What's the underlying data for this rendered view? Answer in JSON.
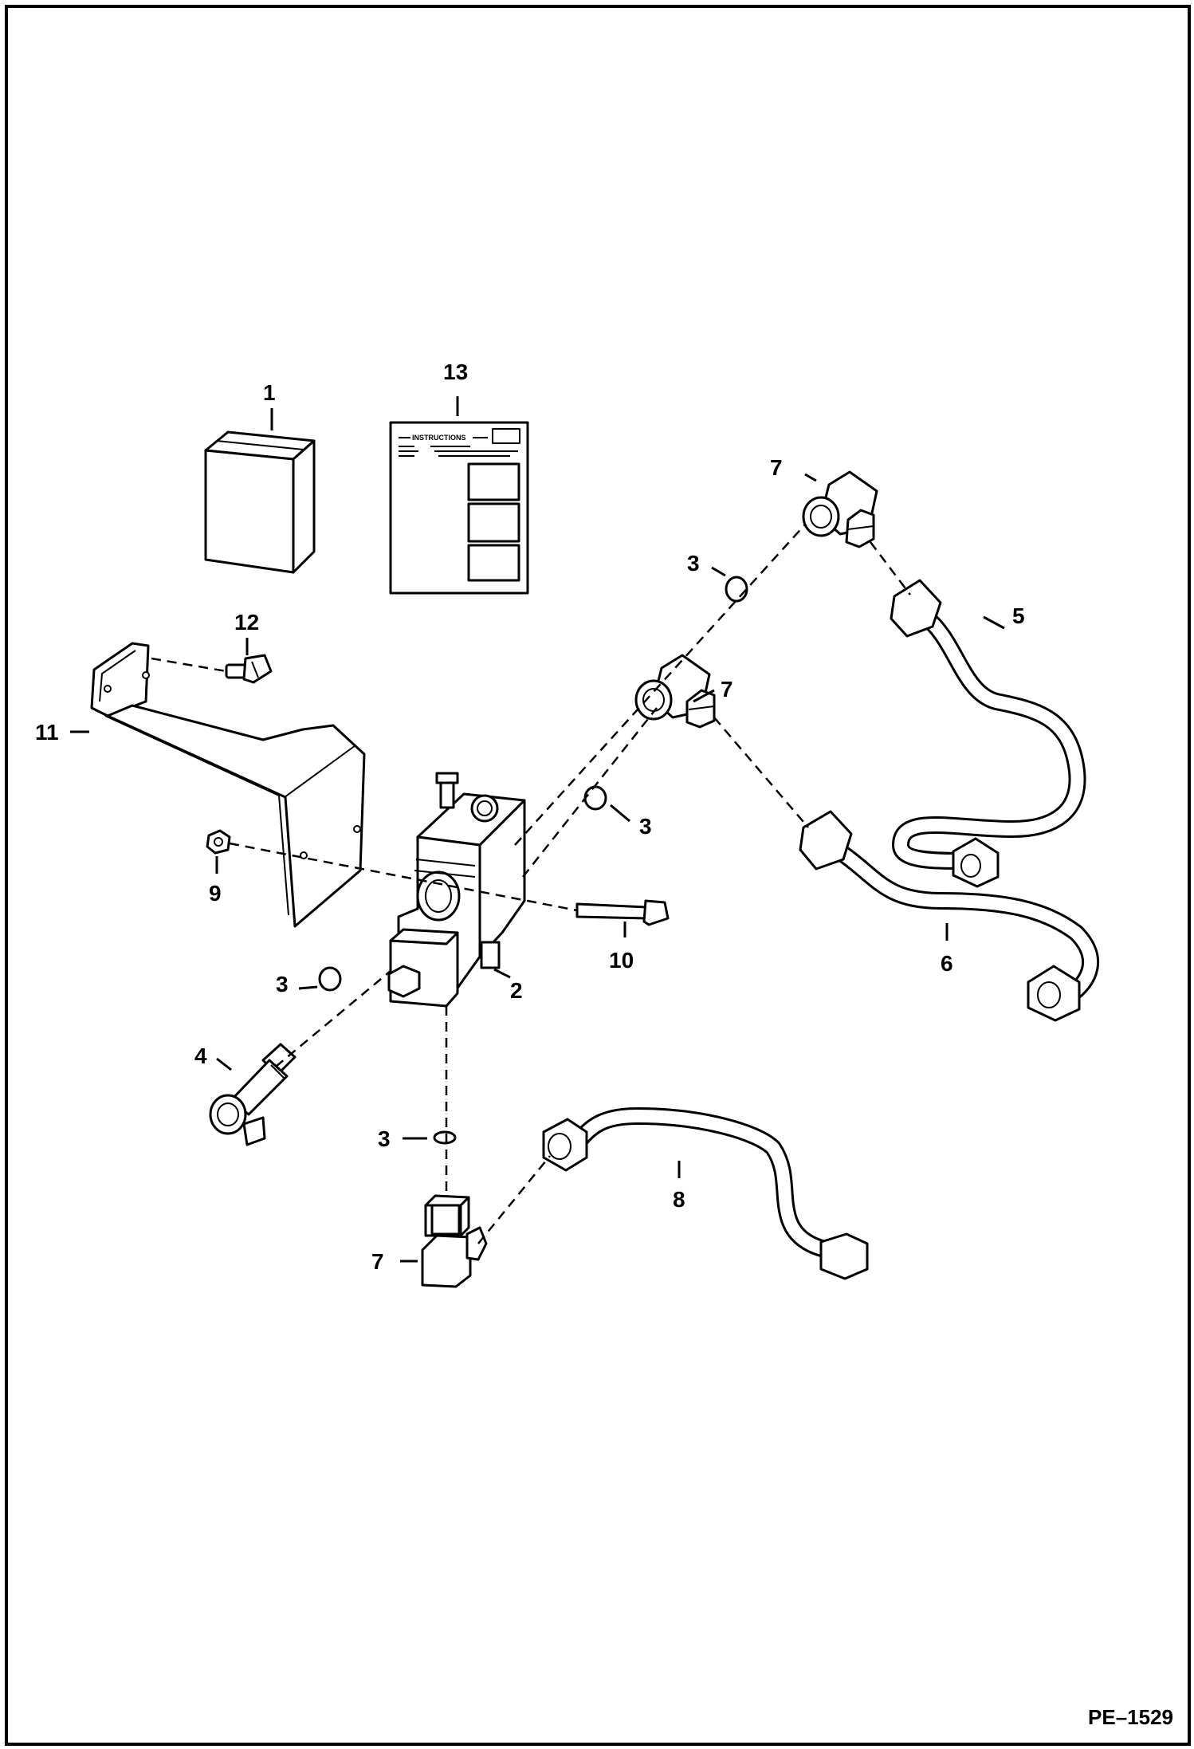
{
  "figure": {
    "id_label": "PE–1529"
  },
  "instructions_sheet": {
    "title": "INSTRUCTIONS"
  },
  "callouts": {
    "c1": "1",
    "c2": "2",
    "c3a": "3",
    "c3b": "3",
    "c3c": "3",
    "c3d": "3",
    "c4": "4",
    "c5": "5",
    "c6": "6",
    "c7a": "7",
    "c7b": "7",
    "c7c": "7",
    "c8": "8",
    "c9": "9",
    "c10": "10",
    "c11": "11",
    "c12": "12",
    "c13": "13"
  },
  "colors": {
    "line": "#000000",
    "background": "#ffffff"
  }
}
